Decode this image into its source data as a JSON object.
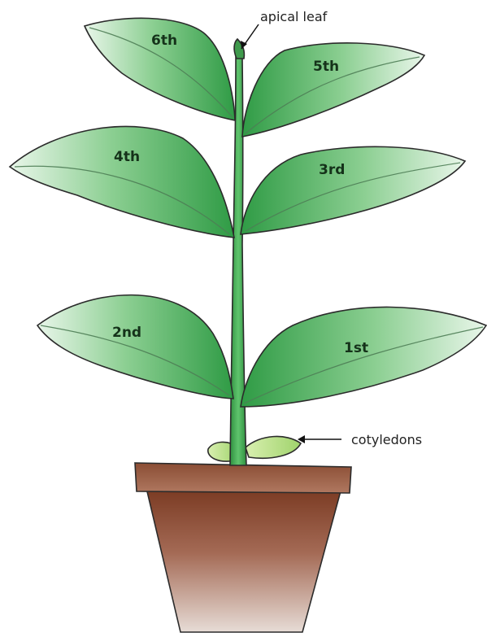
{
  "diagram": {
    "leaf_labels": {
      "first": "1st",
      "second": "2nd",
      "third": "3rd",
      "fourth": "4th",
      "fifth": "5th",
      "sixth": "6th"
    },
    "callouts": {
      "apical": "apical leaf",
      "cotyledons": "cotyledons"
    }
  }
}
